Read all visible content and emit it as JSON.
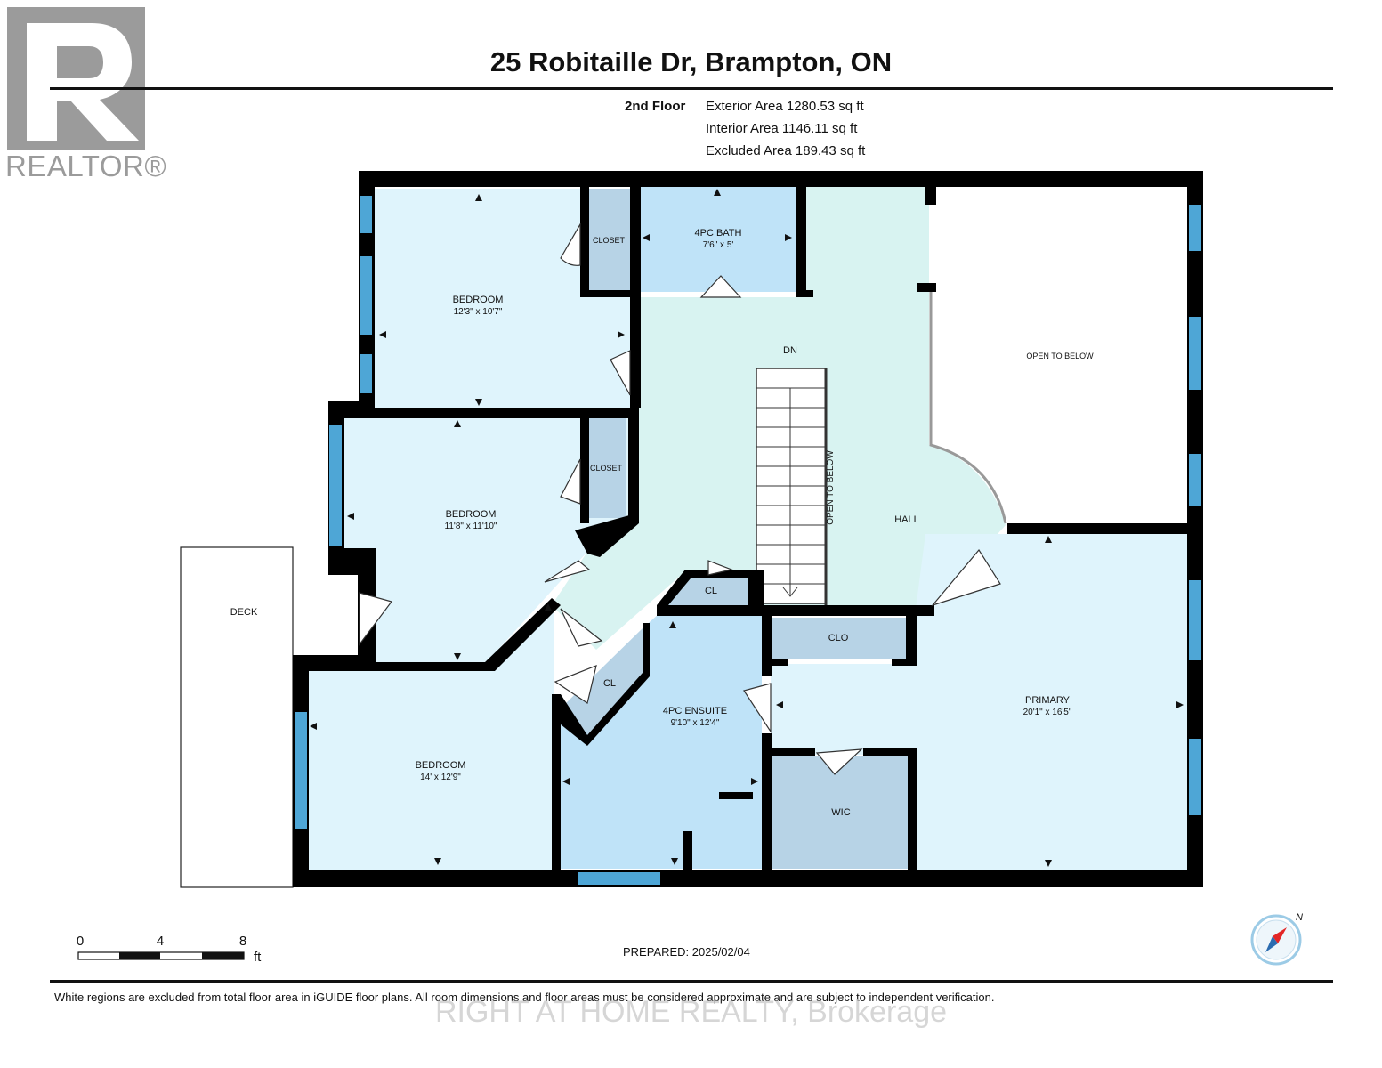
{
  "branding": {
    "logo_text": "REALTOR®",
    "logo_letter": "R"
  },
  "header": {
    "title": "25 Robitaille Dr, Brampton, ON"
  },
  "summary": {
    "floor": "2nd Floor",
    "exterior": "Exterior Area 1280.53 sq ft",
    "interior": "Interior Area 1146.11 sq ft",
    "excluded": "Excluded Area 189.43 sq ft"
  },
  "rooms": {
    "bedroom1": {
      "name": "BEDROOM",
      "dims": "12'3\" x 10'7\""
    },
    "closet1": {
      "name": "CLOSET"
    },
    "bath": {
      "name": "4PC BATH",
      "dims": "7'6\" x 5'"
    },
    "open_below_main": {
      "name": "OPEN TO BELOW"
    },
    "dn": {
      "name": "DN"
    },
    "open_below_stairs": {
      "name": "OPEN TO BELOW"
    },
    "hall": {
      "name": "HALL"
    },
    "bedroom2": {
      "name": "BEDROOM",
      "dims": "11'8\" x 11'10\""
    },
    "closet2": {
      "name": "CLOSET"
    },
    "deck": {
      "name": "DECK"
    },
    "cl1": {
      "name": "CL"
    },
    "clo": {
      "name": "CLO"
    },
    "primary": {
      "name": "PRIMARY",
      "dims": "20'1\" x 16'5\""
    },
    "cl2": {
      "name": "CL"
    },
    "ensuite": {
      "name": "4PC ENSUITE",
      "dims": "9'10\" x 12'4\""
    },
    "bedroom3": {
      "name": "BEDROOM",
      "dims": "14' x 12'9\""
    },
    "wic": {
      "name": "WIC"
    }
  },
  "scale": {
    "labels": [
      "0",
      "4",
      "8"
    ],
    "unit": "ft"
  },
  "compass": {
    "label": "N"
  },
  "footer": {
    "prepared": "PREPARED: 2025/02/04",
    "disclaimer": "White regions are excluded from total floor area in iGUIDE floor plans. All room dimensions and floor areas must be considered approximate and are subject to independent verification.",
    "watermark": "RIGHT AT HOME REALTY, Brokerage"
  },
  "colors": {
    "room": "#dff4fc",
    "bath": "#bfe3f8",
    "closet": "#b7d3e6",
    "hall": "#d8f3f1",
    "wall": "#000000",
    "window": "#4ea6d6"
  }
}
